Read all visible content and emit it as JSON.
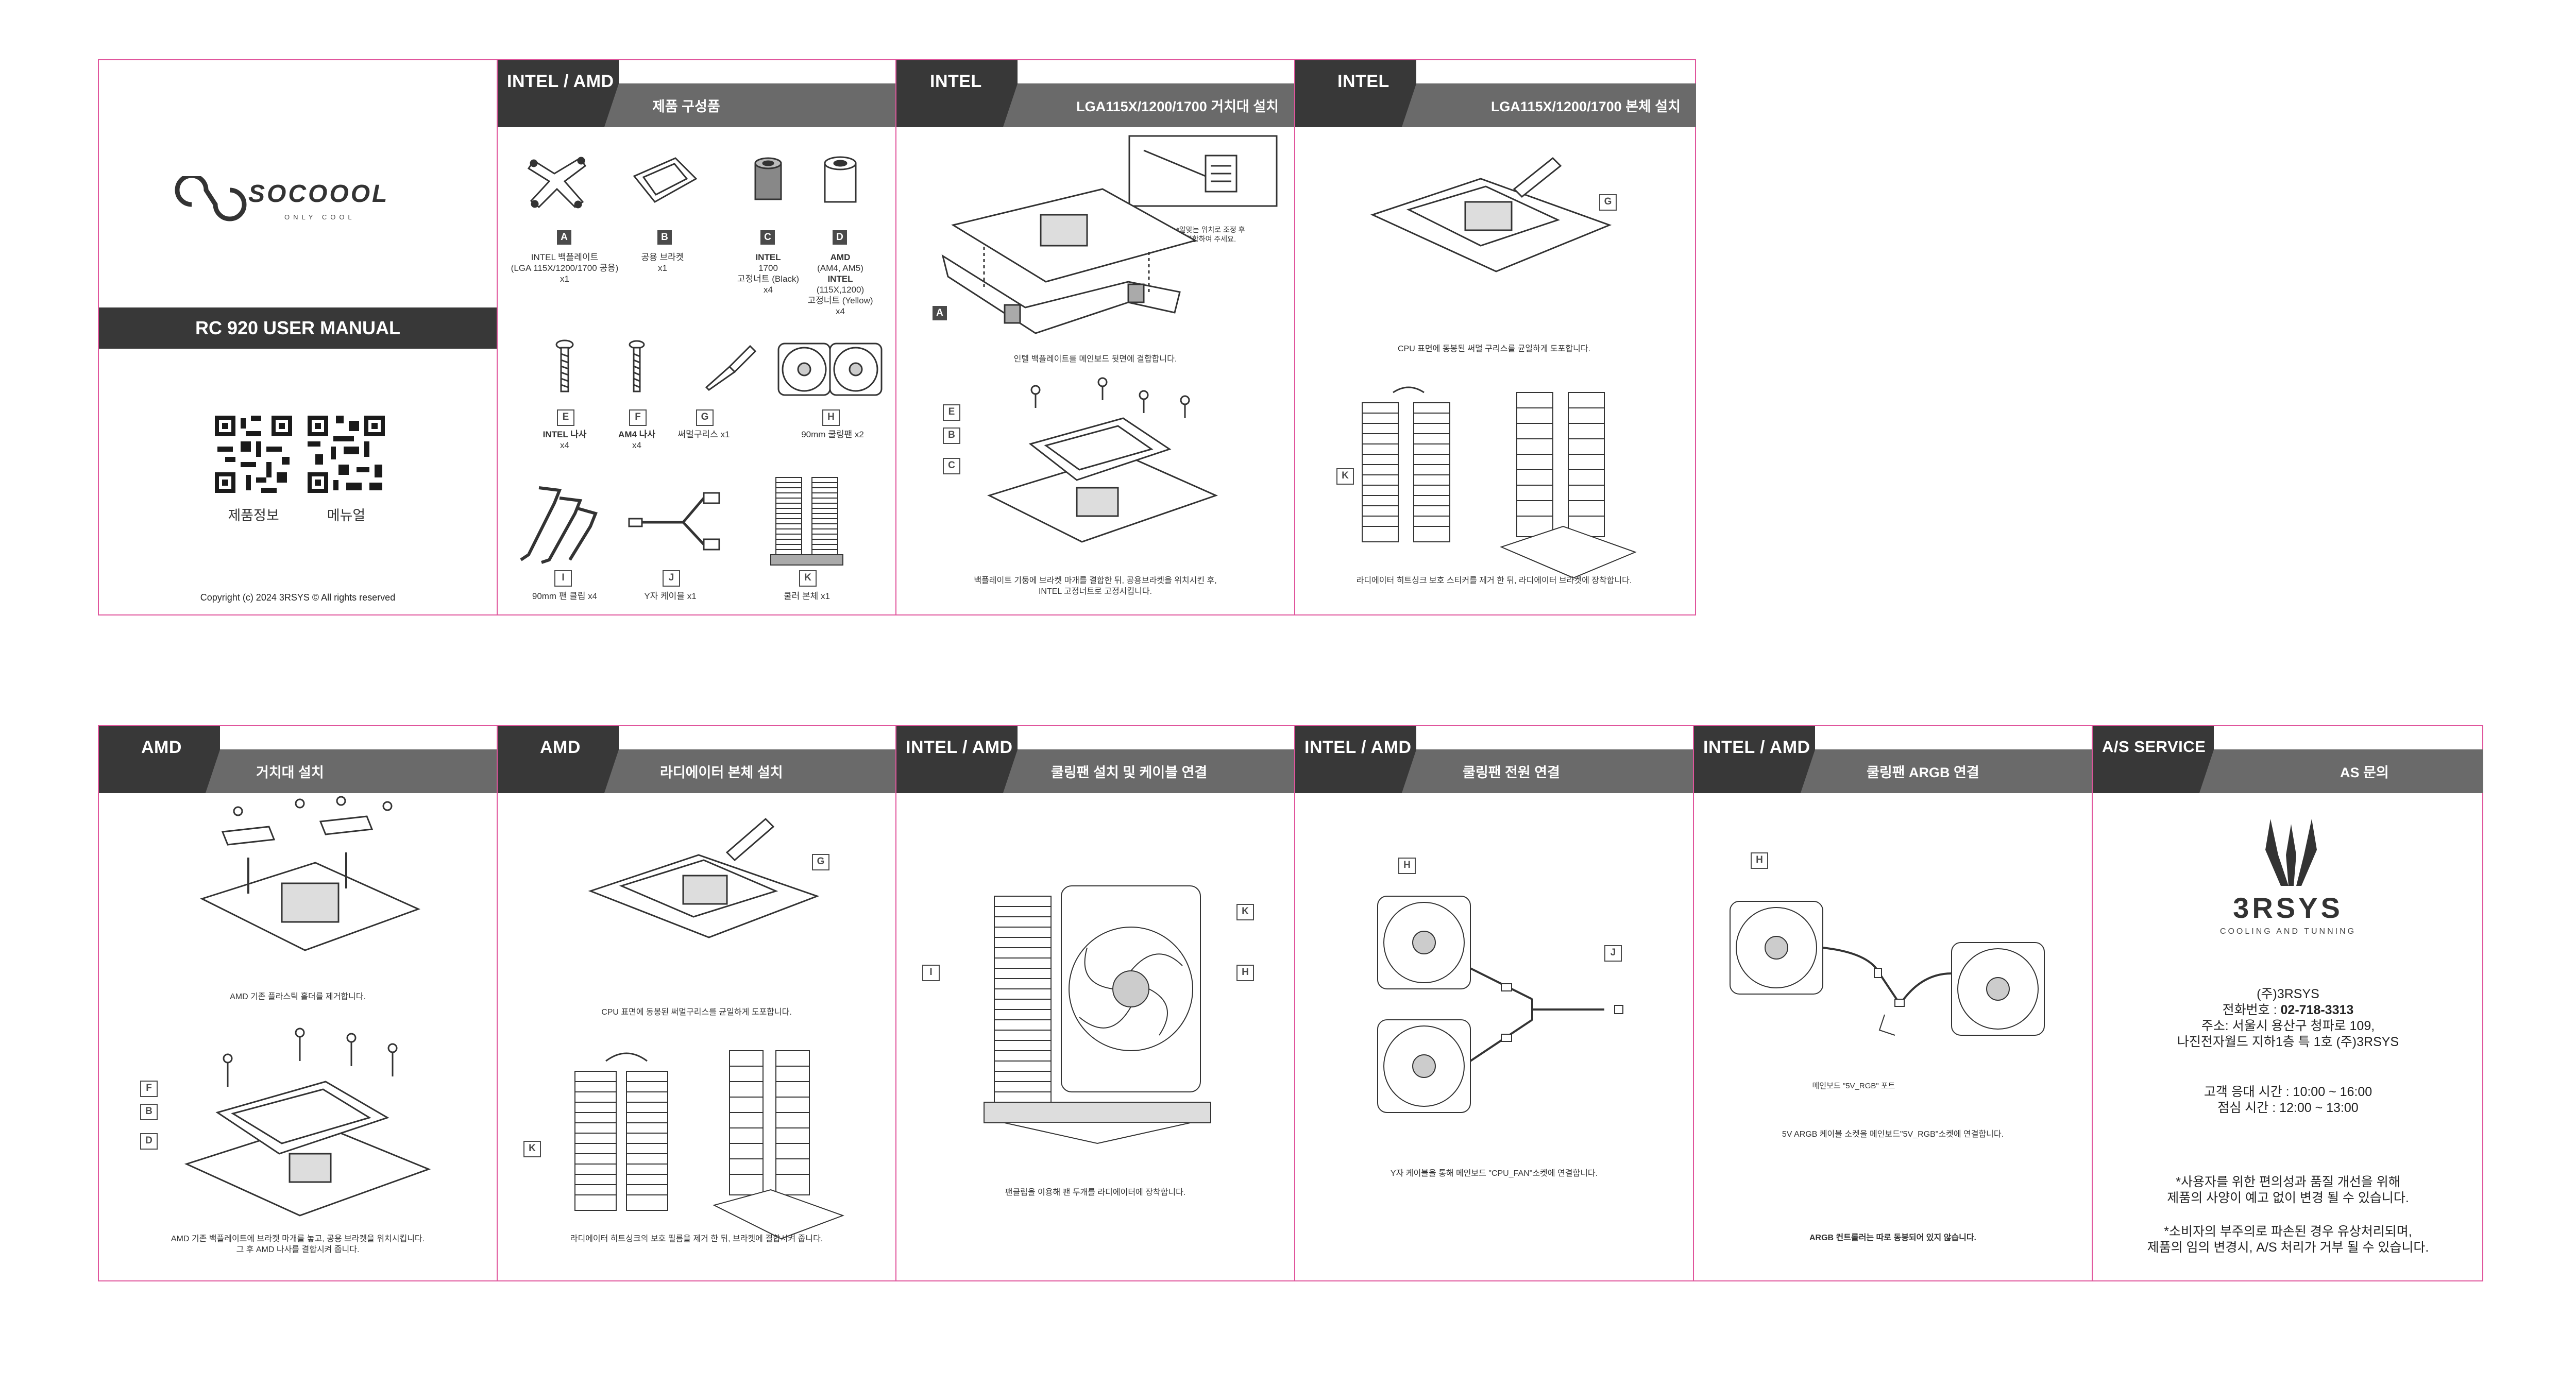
{
  "cover": {
    "brand": "SOCOOOL",
    "tagline": "ONLY COOL",
    "manual_title": "RC 920 USER MANUAL",
    "qr1_label": "제품정보",
    "qr2_label": "메뉴얼",
    "copyright": "Copyright (c) 2024 3RSYS  ©  All rights reserved"
  },
  "panels": {
    "components": {
      "tag": "INTEL / AMD",
      "title": "제품 구성품"
    },
    "intel_bracket": {
      "tag": "INTEL",
      "title": "LGA115X/1200/1700 거치대 설치"
    },
    "intel_body": {
      "tag": "INTEL",
      "title": "LGA115X/1200/1700 본체 설치"
    },
    "amd_bracket": {
      "tag": "AMD",
      "title": "거치대 설치"
    },
    "amd_body": {
      "tag": "AMD",
      "title": "라디에이터 본체 설치"
    },
    "fan_install": {
      "tag": "INTEL / AMD",
      "title": "쿨링팬 설치 및 케이블 연결"
    },
    "fan_power": {
      "tag": "INTEL / AMD",
      "title": "쿨링팬 전원 연결"
    },
    "fan_argb": {
      "tag": "INTEL / AMD",
      "title": "쿨링팬 ARGB 연결"
    },
    "as": {
      "tag": "A/S SERVICE",
      "title": "AS 문의"
    }
  },
  "components": {
    "A": {
      "letter": "A",
      "line1": "INTEL 백플레이트",
      "line2": "(LGA 115X/1200/1700 공용)",
      "line3": "x1"
    },
    "B": {
      "letter": "B",
      "line1": "공용 브라켓",
      "line2": "x1"
    },
    "C": {
      "letter": "C",
      "line1": "INTEL",
      "line2": "1700",
      "line3": "고정너트 (Black)",
      "line4": "x4"
    },
    "D": {
      "letter": "D",
      "line1": "AMD",
      "line2": "(AM4, AM5)",
      "line3": "INTEL",
      "line4": "(115X,1200)",
      "line5": "고정너트 (Yellow)",
      "line6": "x4"
    },
    "E": {
      "letter": "E",
      "line1": "INTEL 나사",
      "line2": "x4"
    },
    "F": {
      "letter": "F",
      "line1": "AM4 나사",
      "line2": "x4"
    },
    "G": {
      "letter": "G",
      "line1": "써멀구리스 x1"
    },
    "H": {
      "letter": "H",
      "line1": "90mm 쿨링팬 x2"
    },
    "I": {
      "letter": "I",
      "line1": "90mm 팬 클립 x4"
    },
    "J": {
      "letter": "J",
      "line1": "Y자 케이블 x1"
    },
    "K": {
      "letter": "K",
      "line1": "쿨러 본체 x1"
    }
  },
  "intel_bracket": {
    "note1": "*알맞는 위치로 조정 후",
    "note2": "결합하여 주세요.",
    "cap1": "인텔 백플레이트를 메인보드 뒷면에 결합합니다.",
    "cap2a": "백플레이트 기둥에 브라켓 마개를 결합한 뒤, 공용브라켓을 위치시킨 후,",
    "cap2b": "INTEL 고정너트로 고정시킵니다."
  },
  "intel_body": {
    "cap1": "CPU 표면에 동봉된 써멀 구리스를 균일하게 도포합니다.",
    "cap2": "라디에이터 히트싱크 보호 스티커를 제거 한 뒤, 라디에이터 브라켓에 장착합니다."
  },
  "amd_bracket": {
    "cap1": "AMD 기존 플라스틱 홀더를 제거합니다.",
    "cap2a": "AMD 기존 백플레이트에 브라켓 마개를 놓고, 공용 브라켓을 위치시킵니다.",
    "cap2b": "그 후 AMD 나사를 결합시켜 줍니다."
  },
  "amd_body": {
    "cap1": "CPU 표면에 동봉된 써멀구리스를 균일하게 도포합니다.",
    "cap2": "라디에이터 히트싱크의 보호 필름을 제거 한 뒤, 브라켓에 결합시켜 줍니다."
  },
  "fan_install": {
    "cap": "팬클립을 이용해 팬 두개를 라디에이터에 장착합니다."
  },
  "fan_power": {
    "cap": "Y자 케이블을 통해  메인보드 \"CPU_FAN\"소켓에  연결합니다."
  },
  "fan_argb": {
    "port_label": "메인보드 \"5V_RGB\" 포트",
    "cap": "5V ARGB 케이블 소켓을 메인보드\"5V_RGB\"소켓에 연결합니다.",
    "note": "ARGB 컨트롤러는 따로 동봉되어 있지 않습니다."
  },
  "as": {
    "brand": "3RSYS",
    "brand_sub": "COOLING AND TUNNING",
    "company": "(주)3RSYS",
    "phone_label": "전화번호 : ",
    "phone": "02-718-3313",
    "address1": "주소: 서울시 용산구 청파로 109,",
    "address2": "나진전자월드 지하1층 특 1호 (주)3RSYS",
    "hours1": "고객 응대 시간 : 10:00 ~ 16:00",
    "hours2": "점심 시간 : 12:00 ~ 13:00",
    "notice1a": "*사용자를 위한 편의성과 품질 개선을 위해",
    "notice1b": "제품의 사양이 예고 없이 변경 될 수 있습니다.",
    "notice2a": "*소비자의 부주의로 파손된 경우 유상처리되며,",
    "notice2b": "제품의 임의 변경시, A/S 처리가 거부 될 수 있습니다."
  }
}
